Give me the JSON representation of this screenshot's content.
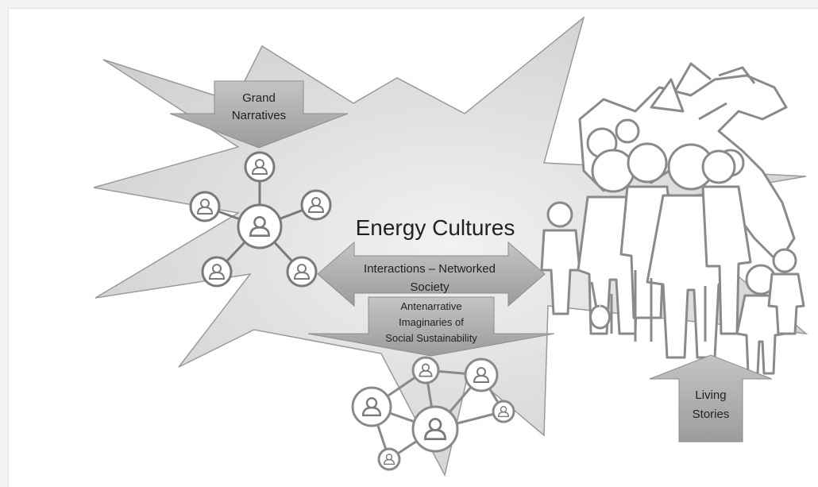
{
  "diagram": {
    "title": "Energy Cultures",
    "grand_narratives": {
      "line1": "Grand",
      "line2": "Narratives"
    },
    "interactions": {
      "line1": "Interactions – Networked",
      "line2": "Society"
    },
    "antenarrative": {
      "line1": "Antenarrative",
      "line2": "Imaginaries of",
      "line3": "Social Sustainability"
    },
    "living_stories": {
      "line1": "Living",
      "line2": "Stories"
    }
  },
  "colors": {
    "burst_fill": "#d9d9d9",
    "burst_stroke": "#9a9a9a",
    "arrow_fill": "#a6a6a6",
    "icon_stroke": "#7a7a7a",
    "icon_fill": "#ffffff"
  }
}
